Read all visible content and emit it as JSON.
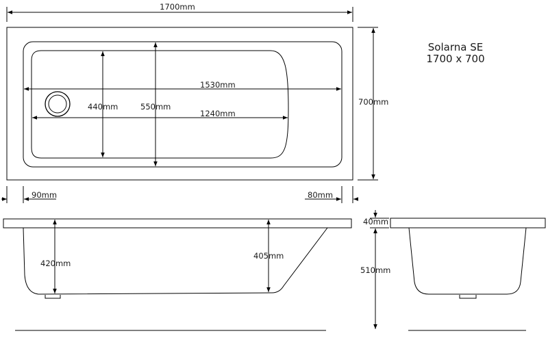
{
  "title": {
    "model": "Solarna SE",
    "size": "1700 x 700"
  },
  "plan": {
    "overall_length": "1700mm",
    "overall_width": "700mm",
    "inner_length_top": "1530mm",
    "inner_length_base": "1240mm",
    "base_width": "440mm",
    "inner_width": "550mm",
    "rim_left": "90mm",
    "rim_right": "80mm"
  },
  "side": {
    "depth_left": "420mm",
    "depth_right": "405mm"
  },
  "end": {
    "rim_thickness": "40mm",
    "height": "510mm"
  }
}
